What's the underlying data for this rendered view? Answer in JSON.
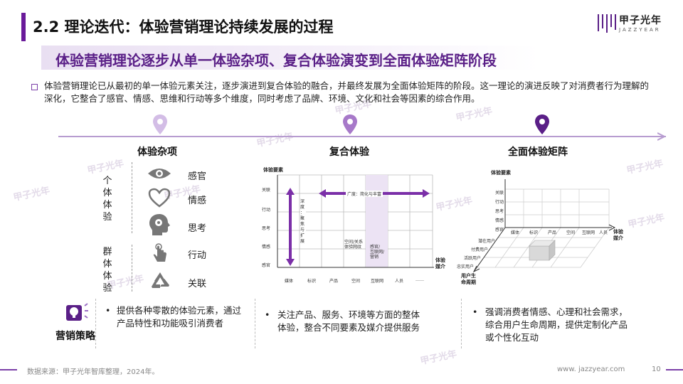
{
  "header": {
    "title": "2.2 理论迭代：体验营销理论持续发展的过程",
    "subtitle": "体验营销理论逐步从单一体验杂项、复合体验演变到全面体验矩阵阶段",
    "logo_cn": "甲子光年",
    "logo_en": "JAZZYEAR"
  },
  "description": "体验营销理论已从最初的单一体验元素关注，逐步演进到复合体验的融合，并最终发展为全面体验矩阵的阶段。这一理论的演进反映了对消费者行为理解的深化，它整合了感官、情感、思维和行动等多个维度，同时考虑了品牌、环境、文化和社会等因素的综合作用。",
  "stages": [
    {
      "title": "体验杂项"
    },
    {
      "title": "复合体验"
    },
    {
      "title": "全面体验矩阵"
    }
  ],
  "stage1": {
    "group_individual": [
      "个",
      "体",
      "体",
      "验"
    ],
    "group_collective": [
      "群",
      "体",
      "体",
      "验"
    ],
    "items": [
      {
        "label": "感官",
        "icon": "eye-icon"
      },
      {
        "label": "情感",
        "icon": "heart-icon"
      },
      {
        "label": "思考",
        "icon": "brain-head-icon"
      },
      {
        "label": "行动",
        "icon": "hand-touch-icon"
      },
      {
        "label": "关联",
        "icon": "recycle-icon"
      }
    ]
  },
  "grid2": {
    "y_title": "体验要素",
    "x_title": [
      "体验",
      "媒介"
    ],
    "rows": [
      "关联",
      "行动",
      "思考",
      "情感",
      "感官"
    ],
    "cols": [
      "媒体",
      "标识",
      "产品",
      "空间",
      "互联网",
      "人员",
      "……"
    ],
    "breadth": "广度：简化与丰富",
    "depth": [
      "深",
      "度",
      "：",
      "聚",
      "焦",
      "与",
      "扩",
      "展"
    ],
    "cell_a": [
      "空间/关系",
      "体验网纹"
    ],
    "cell_b": [
      "感官/",
      "互联网/",
      "营销"
    ]
  },
  "matrix3": {
    "y_title": "体验要素",
    "x_title": [
      "体验",
      "媒介"
    ],
    "z_title": [
      "用户生",
      "命周期"
    ],
    "rows": [
      "关联",
      "行动",
      "思考",
      "情感",
      "感官"
    ],
    "cols": [
      "媒体",
      "标识",
      "产品",
      "空间",
      "互联网",
      "人员"
    ],
    "depth_labels": [
      "潜在用户",
      "付费用户",
      "活跃用户",
      "忠实用户"
    ]
  },
  "strategy": {
    "label": "营销策略",
    "icon": "marketing-bulb-icon",
    "points": [
      "提供各种零散的体验元素，通过产品特性和功能吸引消费者",
      "关注产品、服务、环境等方面的整体体验，整合不同要素及媒介提供服务",
      "强调消费者情感、心理和社会需求，综合用户生命周期，提供定制化产品或个性化互动"
    ]
  },
  "footer": {
    "source": "数据来源：甲子光年智库整理，2024年。",
    "url": "www. jazzyear.com",
    "page": "10"
  },
  "watermark_text": "甲子光年",
  "colors": {
    "accent": "#6a1b9a",
    "accent_light": "#b79cd0",
    "arrow": "#7b2fa8"
  }
}
